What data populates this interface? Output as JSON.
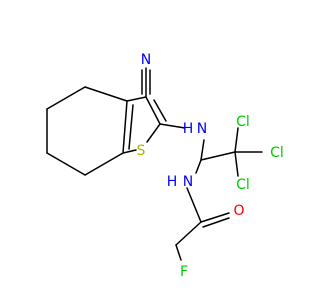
{
  "molecule": {
    "atoms": {
      "nitrile_n": "N",
      "amine_nh": "H",
      "amine_n": "N",
      "sulfur": "S",
      "cl_1": "Cl",
      "cl_2": "Cl",
      "cl_3": "Cl",
      "amide_nh": "H",
      "amide_n": "N",
      "carbonyl_o": "O",
      "fluorine": "F"
    }
  },
  "colors": {
    "bond": "#000000",
    "nitrogen": "#0000FF",
    "sulfur": "#B2B200",
    "chlorine": "#00CC00",
    "oxygen": "#FF0000",
    "fluorine": "#00CC00"
  }
}
